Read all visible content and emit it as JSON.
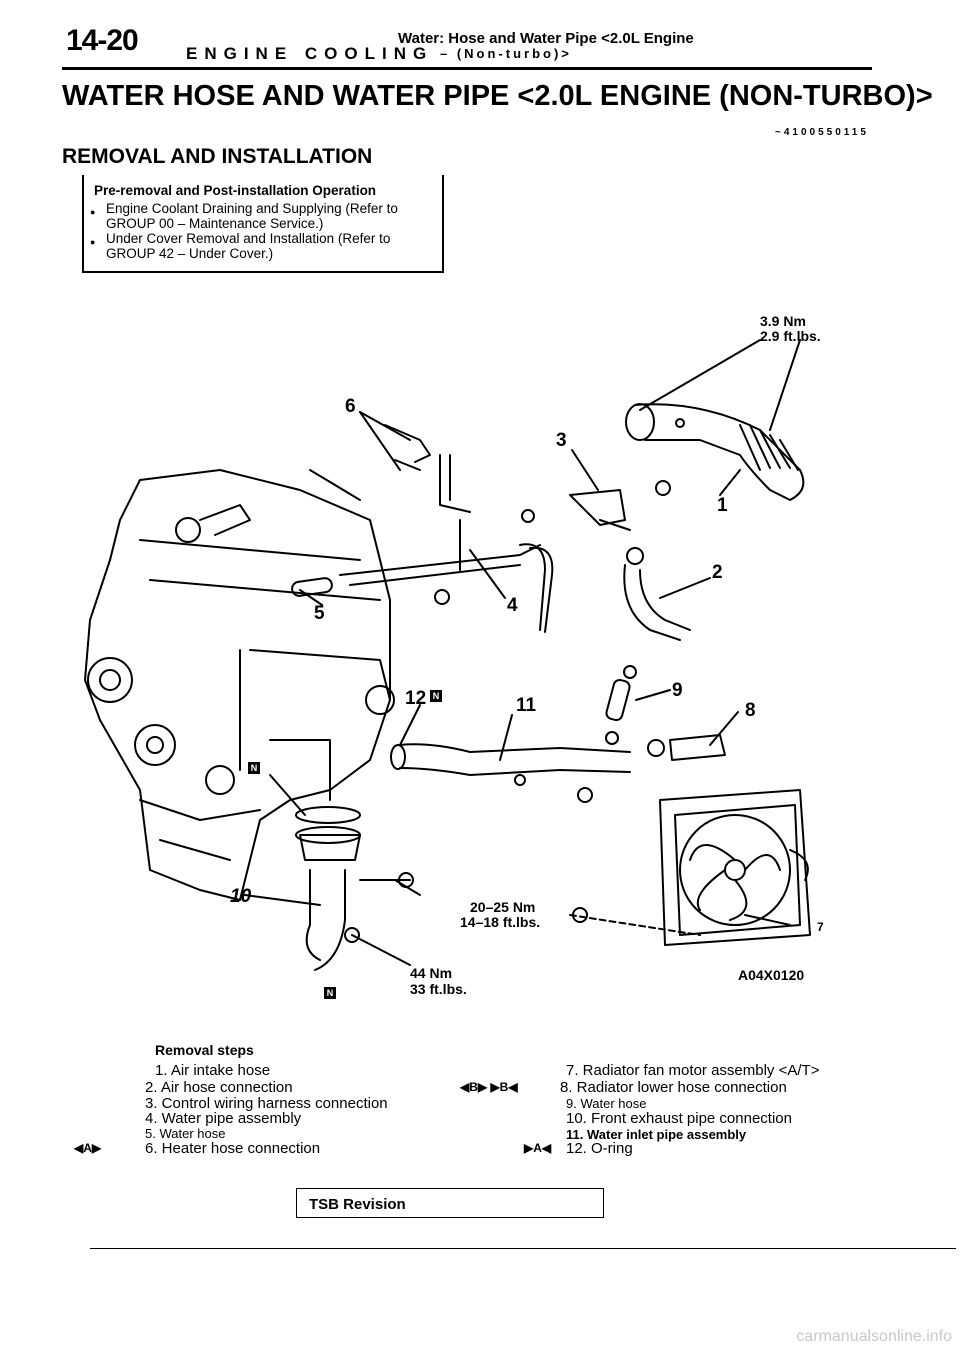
{
  "header": {
    "page_number": "14-20",
    "top_line": "Water: Hose and Water Pipe <2.0L Engine",
    "section": "ENGINE COOLING",
    "sub": "– (Non-turbo)>"
  },
  "title": "WATER HOSE AND WATER PIPE <2.0L ENGINE (NON-TURBO)>",
  "doc_code": "~4100550115",
  "section_heading": "REMOVAL AND INSTALLATION",
  "pre_removal": {
    "heading": "Pre-removal and Post-installation Operation",
    "line1": "Engine Coolant Draining and Supplying (Refer to",
    "line2": "GROUP 00 – Maintenance Service.)",
    "line3": "Under Cover Removal and Installation (Refer to",
    "line4": "GROUP 42 – Under Cover.)"
  },
  "diagram": {
    "torque_top_nm": "3.9 Nm",
    "torque_top_ft": "2.9 ft.lbs.",
    "torque_mid_nm": "20–25 Nm",
    "torque_mid_ft": "14–18 ft.lbs.",
    "torque_bot_nm": "44 Nm",
    "torque_bot_ft": "33 ft.lbs.",
    "figure_code": "A04X0120",
    "n_mark": "N",
    "callouts": [
      "1",
      "2",
      "3",
      "4",
      "5",
      "6",
      "7",
      "8",
      "9",
      "10",
      "11",
      "12"
    ]
  },
  "removal_steps": {
    "heading": "Removal steps",
    "left": [
      "1. Air intake hose",
      "2. Air hose connection",
      "3. Control wiring harness connection",
      "4. Water pipe assembly",
      "5. Water hose",
      "6. Heater hose connection"
    ],
    "right": [
      "7. Radiator fan motor assembly <A/T>",
      "8. Radiator lower hose connection",
      "9. Water hose",
      "10. Front exhaust pipe connection",
      "11. Water inlet pipe assembly",
      "12. O-ring"
    ],
    "marks": {
      "left_6": "◀A▶",
      "right_8": "◀B▶ ▶B◀",
      "right_12": "▶A◀"
    }
  },
  "tsb": "TSB Revision",
  "footer": "carmanualsonline.info"
}
